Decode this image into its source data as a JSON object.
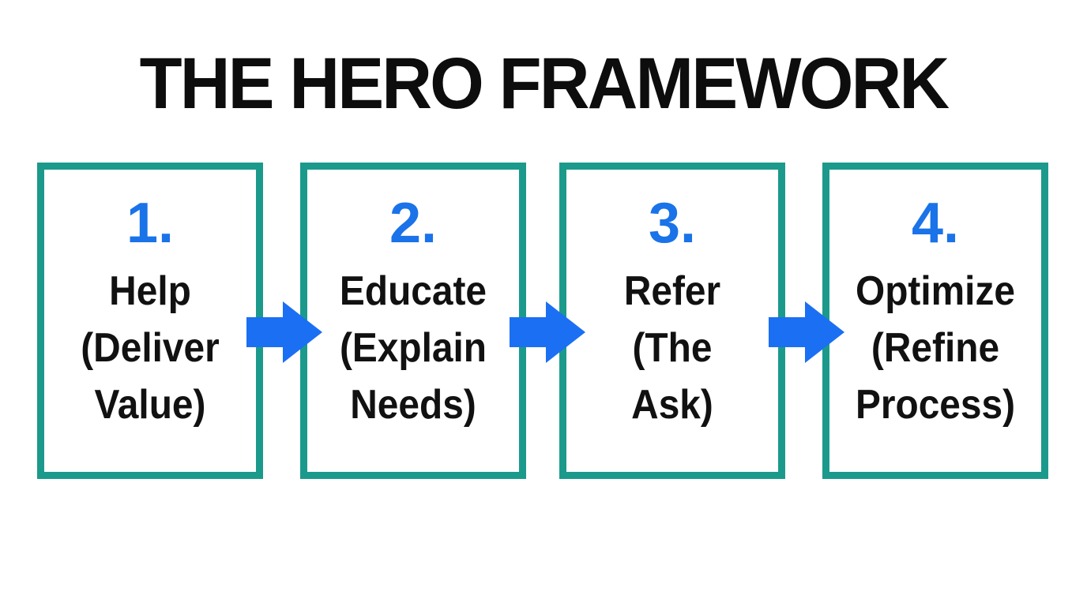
{
  "title": "THE HERO FRAMEWORK",
  "colors": {
    "background": "#ffffff",
    "box_border": "#1b9a8c",
    "accent_blue": "#1a73e8",
    "arrow_blue": "#1b6ff2",
    "text": "#111111",
    "title": "#0d0d0d"
  },
  "steps": [
    {
      "number": "1.",
      "label": "Help\n(Deliver\nValue)"
    },
    {
      "number": "2.",
      "label": "Educate\n(Explain\nNeeds)"
    },
    {
      "number": "3.",
      "label": "Refer\n(The\nAsk)"
    },
    {
      "number": "4.",
      "label": "Optimize\n(Refine\nProcess)"
    }
  ],
  "arrow_icon": "right-arrow"
}
